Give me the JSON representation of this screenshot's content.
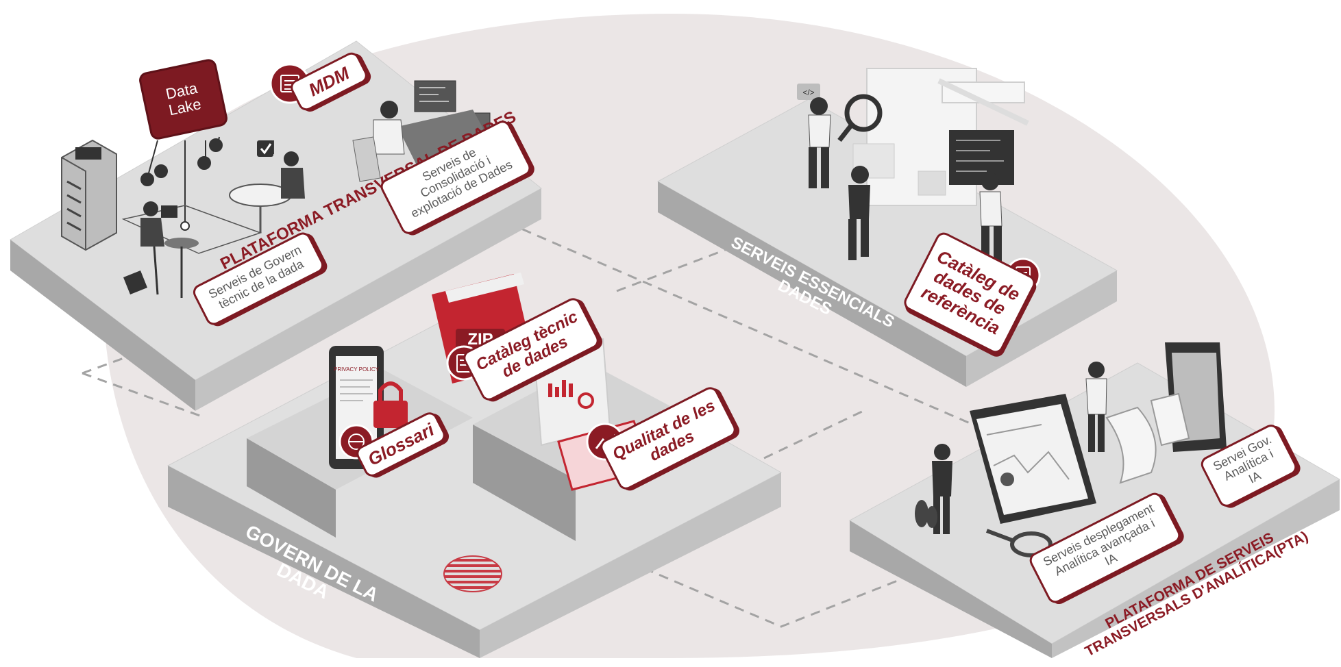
{
  "colors": {
    "accent": "#8b1b24",
    "accent_dark": "#5e1118",
    "platform_top": "#dcdcdc",
    "platform_side": "#9c9c9c",
    "background_blob": "#ebe6e6",
    "dash_line": "#a3a3a3"
  },
  "platforms": {
    "transversal": {
      "title": "PLATAFORMA TRANSVERSAL DE DADES"
    },
    "essencials": {
      "title": "SERVEIS ESSENCIALS DADES"
    },
    "govern": {
      "title": "GOVERN DE LA DADA"
    },
    "analitica": {
      "title": "PLATAFORMA DE SERVEIS\nTRANSVERSALS D'ANALÍTICA(PTA)"
    }
  },
  "labels": {
    "data_lake": "Data\nLake",
    "mdm": "MDM",
    "consolidacio": "Serveis de\nConsolidació i\nexplotació de Dades",
    "govern_tecnic": "Serveis de Govern\ntècnic de la dada",
    "cataleg_referencia": "Catàleg de\ndades de\nreferència",
    "cataleg_tecnic": "Catàleg tècnic\nde dades",
    "glossari": "Glossari",
    "qualitat": "Qualitat de les\ndades",
    "desplegament": "Serveis desplegament\nAnalítica avançada i\nIA",
    "servei_gov": "Servei Gov.\nAnalítica i\nIA"
  },
  "illustration_text": {
    "zip": "ZIP",
    "privacy_policy": "PRIVACY POLICY",
    "code_tag": "</>"
  },
  "icons": [
    "server-rack-icon",
    "laptop-icon",
    "checkmark-icon",
    "network-nodes-icon",
    "magnifier-icon",
    "document-icon",
    "folder-icon",
    "lock-icon",
    "globe-icon",
    "chart-trend-icon",
    "monitor-icon",
    "emblem-icon"
  ]
}
